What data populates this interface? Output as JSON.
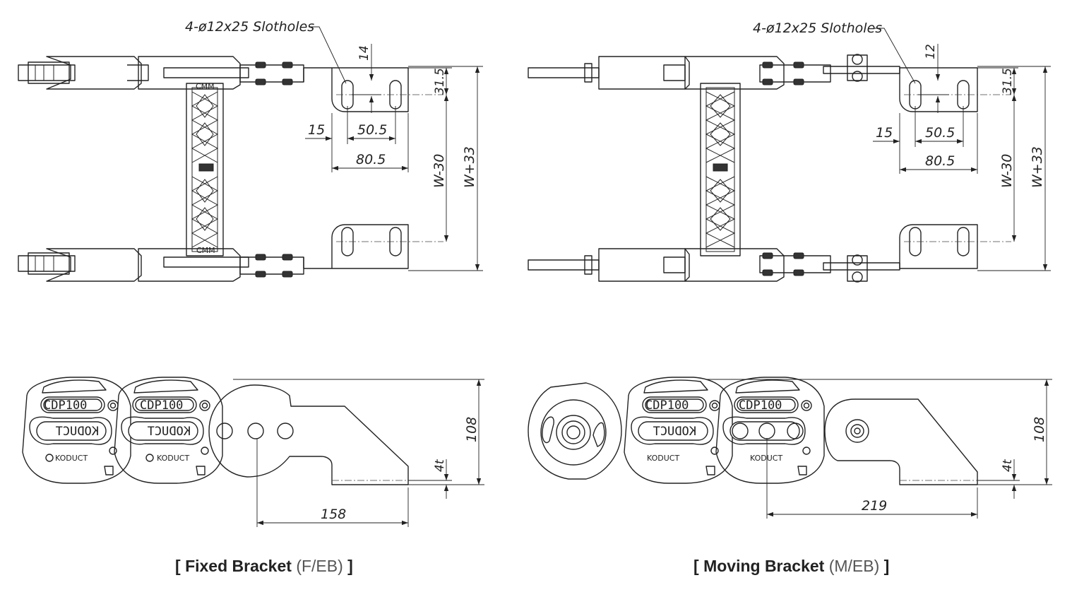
{
  "fixed": {
    "slotholes_label": "4-ø12x25 Slotholes",
    "dim_14": "14",
    "dim_31_5": "31.5",
    "dim_15": "15",
    "dim_50_5": "50.5",
    "dim_80_5": "80.5",
    "dim_w_30": "W-30",
    "dim_w_33": "W+33",
    "dim_108": "108",
    "dim_4t": "4t",
    "dim_length": "158",
    "caption_bracket_open": "[",
    "caption_bold": "Fixed Bracket",
    "caption_code": "(F/EB)",
    "caption_bracket_close": "]"
  },
  "moving": {
    "slotholes_label": "4-ø12x25 Slotholes",
    "dim_12": "12",
    "dim_31_5": "31.5",
    "dim_15": "15",
    "dim_50_5": "50.5",
    "dim_80_5": "80.5",
    "dim_w_30": "W-30",
    "dim_w_33": "W+33",
    "dim_108": "108",
    "dim_4t": "4t",
    "dim_length": "219",
    "caption_bracket_open": "[",
    "caption_bold": "Moving Bracket",
    "caption_code": "(M/EB)",
    "caption_bracket_close": "]"
  },
  "link_markings": {
    "model": "CDP100",
    "brand_mirrored": "KODUCT",
    "brand": "KODUCT"
  }
}
